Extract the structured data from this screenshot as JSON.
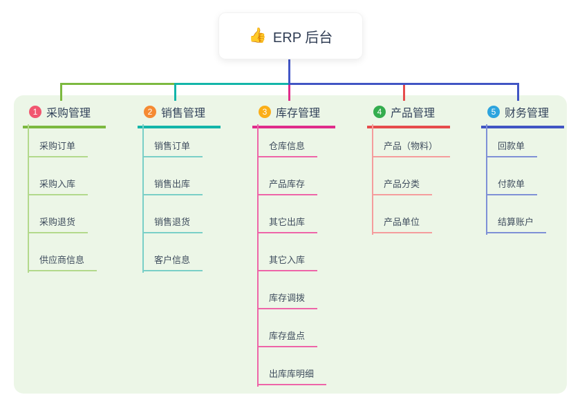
{
  "root": {
    "icon_glyph": "👍",
    "label": "ERP 后台"
  },
  "canvas": {
    "panel_color": "#ecf6e7",
    "background": "#ffffff"
  },
  "connectors": {
    "root_color": "#4356c6"
  },
  "branches": [
    {
      "num": "1",
      "label": "采购管理",
      "badge_color": "#f1566f",
      "line_color": "#7cb93f",
      "child_line_color": "#b2d98b",
      "children": [
        "采购订单",
        "采购入库",
        "采购退货",
        "供应商信息"
      ]
    },
    {
      "num": "2",
      "label": "销售管理",
      "badge_color": "#f58a33",
      "line_color": "#13b5a9",
      "child_line_color": "#79cfc7",
      "children": [
        "销售订单",
        "销售出库",
        "销售退货",
        "客户信息"
      ]
    },
    {
      "num": "3",
      "label": "库存管理",
      "badge_color": "#fbae17",
      "line_color": "#e02c8b",
      "child_line_color": "#ee64a8",
      "children": [
        "仓库信息",
        "产品库存",
        "其它出库",
        "其它入库",
        "库存调拨",
        "库存盘点",
        "出库库明细"
      ]
    },
    {
      "num": "4",
      "label": "产品管理",
      "badge_color": "#34ad4e",
      "line_color": "#e64c4c",
      "child_line_color": "#f59c9c",
      "children": [
        "产品（物料）",
        "产品分类",
        "产品单位"
      ]
    },
    {
      "num": "5",
      "label": "财务管理",
      "badge_color": "#2da4de",
      "line_color": "#4155c4",
      "child_line_color": "#7e90d6",
      "children": [
        "回款单",
        "付款单",
        "结算账户"
      ]
    }
  ]
}
